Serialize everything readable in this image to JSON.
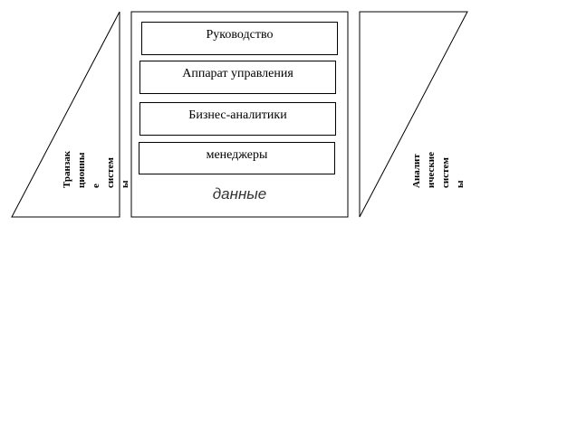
{
  "left_system": {
    "lines": [
      "Транзак",
      "ционны",
      "е",
      "систем",
      "ы"
    ]
  },
  "center": {
    "levels": [
      "Руководство",
      "Аппарат управления",
      "Бизнес-аналитики",
      "менеджеры"
    ],
    "data_label": "данные"
  },
  "right_system": {
    "lines": [
      "Аналит",
      "ические",
      "систем",
      "ы"
    ]
  }
}
